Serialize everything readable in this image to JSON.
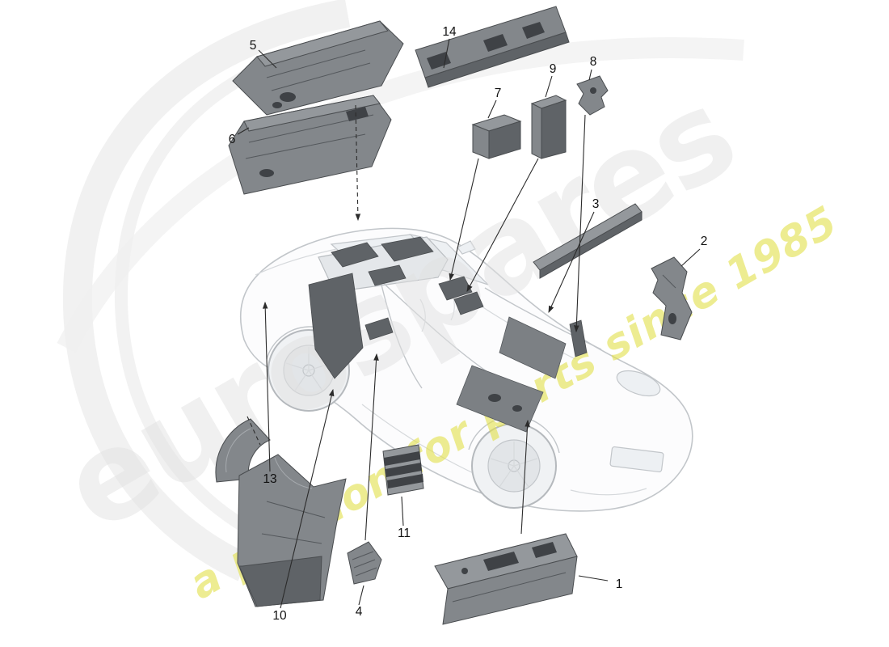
{
  "watermark": {
    "main": "eurospares",
    "sub": "a passion for parts since 1985"
  },
  "colors": {
    "watermark_gray": "#e2e2e2",
    "watermark_yellow": "#e3e14e",
    "part_fill": "#83878b",
    "part_side": "#5f6367",
    "car_line": "#c2c6ca",
    "label_color": "#111111",
    "leader_color": "#2b2b2b",
    "background": "#ffffff"
  },
  "parts": [
    {
      "num": "1"
    },
    {
      "num": "2"
    },
    {
      "num": "3"
    },
    {
      "num": "4"
    },
    {
      "num": "5"
    },
    {
      "num": "6"
    },
    {
      "num": "7"
    },
    {
      "num": "8"
    },
    {
      "num": "9"
    },
    {
      "num": "10"
    },
    {
      "num": "11"
    },
    {
      "num": "13"
    },
    {
      "num": "14"
    }
  ]
}
